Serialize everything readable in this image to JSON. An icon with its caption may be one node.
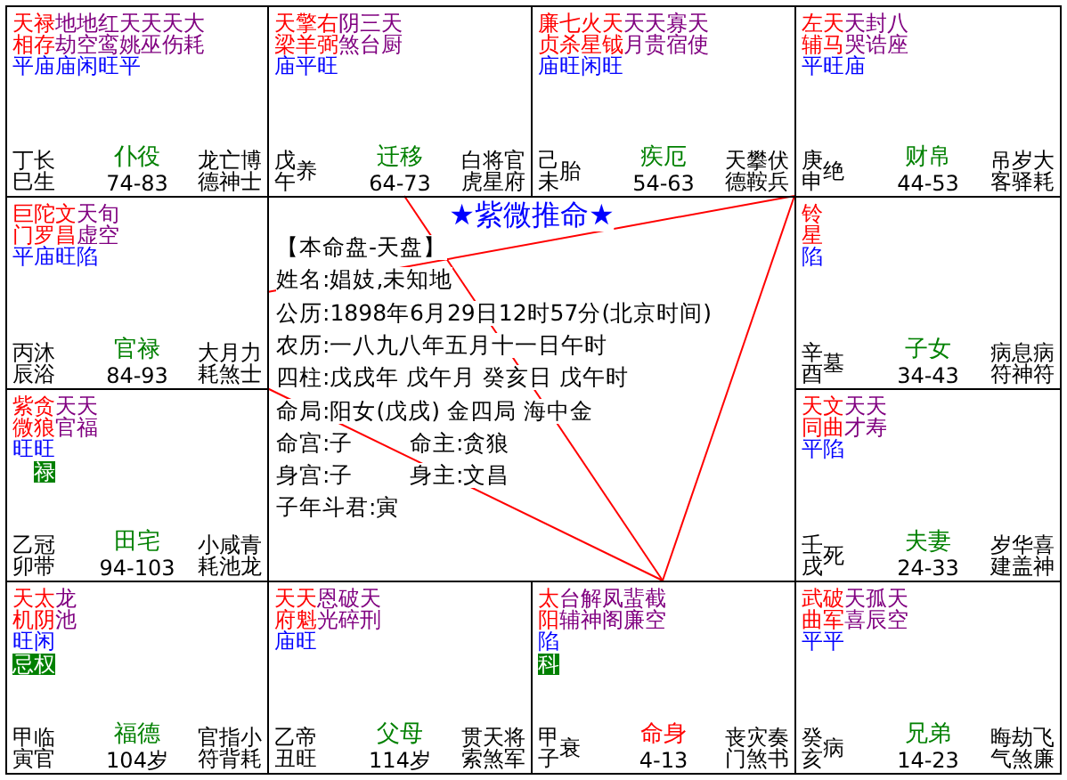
{
  "diagram": {
    "title": "★紫微推命★",
    "nodes": [
      {
        "text": [
          "天相",
          "禄存",
          "地劫",
          "地空",
          "红鸾",
          "天姚",
          "天巫",
          "天伤",
          "大耗",
          "平庙庙闲旺平",
          "丁巳",
          "长生",
          "仆役",
          "74-83",
          "龙德",
          "亡神",
          "博士"
        ]
      },
      {
        "text": [
          "天梁",
          "擎羊",
          "右弼",
          "阴煞",
          "三台",
          "天厨",
          "庙平旺",
          "戊午",
          "养",
          "迁移",
          "64-73",
          "白虎",
          "将星",
          "官府"
        ]
      },
      {
        "text": [
          "廉贞",
          "七杀",
          "火星",
          "天钺",
          "天月",
          "天贵",
          "寡宿",
          "天使",
          "庙旺闲旺",
          "己未",
          "胎",
          "疾厄",
          "54-63",
          "天德",
          "攀鞍",
          "伏兵"
        ]
      },
      {
        "text": [
          "左辅",
          "天马",
          "天哭",
          "封诰",
          "八座",
          "平旺庙",
          "庚申",
          "绝",
          "财帛",
          "44-53",
          "吊客",
          "岁驿",
          "大耗"
        ]
      },
      {
        "text": [
          "巨门",
          "陀罗",
          "文昌",
          "天虚",
          "旬空",
          "平庙旺陷",
          "丙辰",
          "沐浴",
          "官禄",
          "84-93",
          "大耗",
          "月煞",
          "力士"
        ]
      },
      {
        "text": [
          "铃星",
          "陷",
          "辛酉",
          "墓",
          "子女",
          "34-43",
          "病符",
          "息神",
          "病符"
        ]
      },
      {
        "text": [
          "紫微",
          "贪狼",
          "天官",
          "天福",
          "旺旺",
          "禄",
          "乙卯",
          "冠带",
          "田宅",
          "94-103",
          "小耗",
          "咸池",
          "青龙"
        ]
      },
      {
        "text": [
          "天同",
          "文曲",
          "天才",
          "天寿",
          "平陷",
          "壬戌",
          "死",
          "夫妻",
          "24-33",
          "岁建",
          "华盖",
          "喜神"
        ]
      },
      {
        "text": [
          "天机",
          "太阴",
          "龙池",
          "旺闲",
          "忌",
          "权",
          "甲寅",
          "临官",
          "福德",
          "104岁",
          "官符",
          "指背",
          "小耗"
        ]
      },
      {
        "text": [
          "天府",
          "天魁",
          "恩光",
          "破碎",
          "天刑",
          "庙旺",
          "乙丑",
          "帝旺",
          "父母",
          "114岁",
          "贯索",
          "天煞",
          "将军"
        ]
      },
      {
        "text": [
          "太阳",
          "台辅",
          "解神",
          "凤阁",
          "蜚廉",
          "截空",
          "陷",
          "科",
          "甲子",
          "衰",
          "命身",
          "4-13",
          "丧门",
          "灾煞",
          "奏书"
        ]
      },
      {
        "text": [
          "武曲",
          "破军",
          "天喜",
          "孤辰",
          "天空",
          "平平",
          "癸亥",
          "病",
          "兄弟",
          "14-23",
          "晦气",
          "劫煞",
          "飞廉"
        ]
      }
    ],
    "edges": [
      {
        "from": 10,
        "to": 3,
        "arrow": "none"
      },
      {
        "from": 10,
        "to": 4,
        "arrow": "none"
      },
      {
        "from": 4,
        "to": 3,
        "arrow": "none"
      },
      {
        "from": 10,
        "to": 1,
        "arrow": "none"
      }
    ],
    "labels": [
      "【本命盘-天盘】",
      "姓名:娼妓,未知地",
      "公历:1898年6月29日12时57分(北京时间)",
      "农历:一八九八年五月十一日午时",
      "四柱:戊戌年 戊午月 癸亥日 戊午时",
      "命局:阳女(戊戌)  金四局 海中金",
      "命宫:子",
      "命主:贪狼",
      "身宫:子",
      "身主:文昌",
      "子年斗君:寅"
    ]
  }
}
